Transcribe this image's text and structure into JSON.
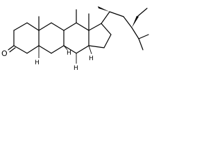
{
  "structure": {
    "atoms": {
      "oxygen": "O",
      "h5": "H",
      "h8": "H",
      "h9": "H",
      "h14": "H"
    },
    "colors": {
      "ink": "#000000",
      "background": "#ffffff"
    }
  }
}
